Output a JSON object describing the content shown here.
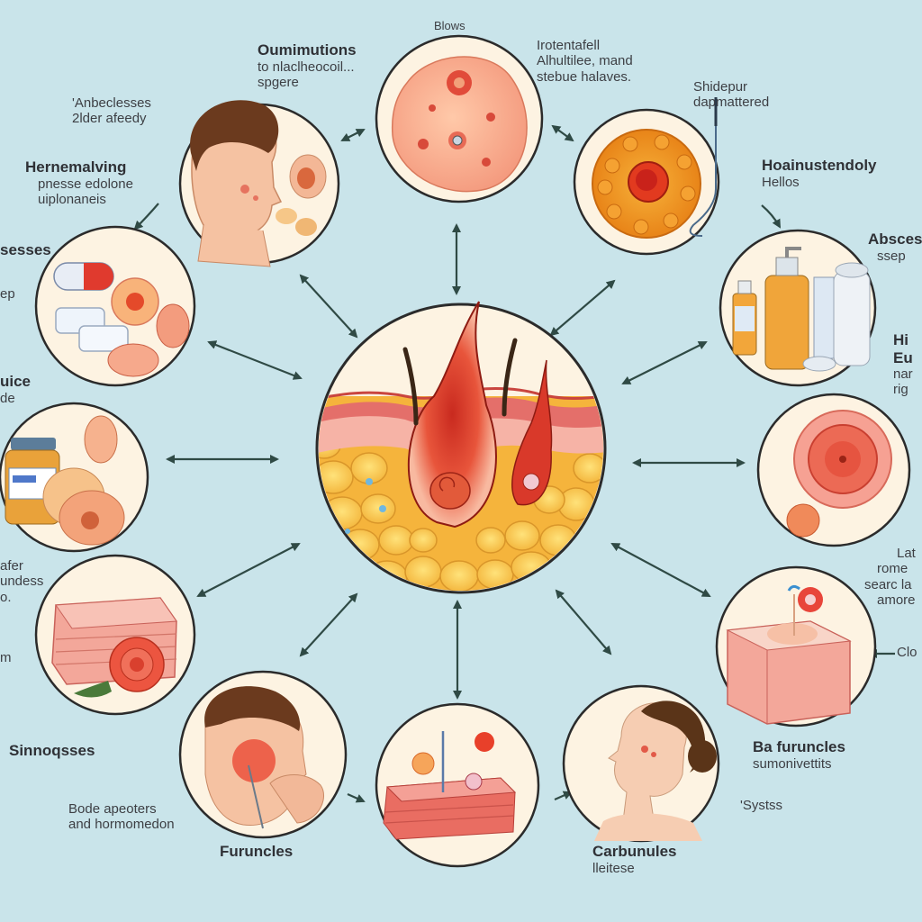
{
  "diagram": {
    "center": {
      "name": "hair-follicle-cross-section"
    },
    "labels": {
      "top_left_upper": {
        "title": "Oumimutions",
        "sub": [
          "to nlaclheocoil...",
          "spgere"
        ]
      },
      "top_center": {
        "title": "",
        "sub": [
          "Blows"
        ]
      },
      "top_right_upper": {
        "title": "",
        "sub": [
          "Irotentafell",
          "Alhultilee, mand",
          "stebue halaves."
        ]
      },
      "top_right_side": {
        "title": "",
        "sub": [
          "Shidepur",
          "dapmattered"
        ]
      },
      "left_a": {
        "title": "",
        "sub": [
          "'Anbeclesses",
          "2lder afeedy"
        ]
      },
      "left_b": {
        "title": "Hernemalving",
        "sub": [
          "pnesse edolone",
          "uiplonaneis"
        ]
      },
      "left_c": {
        "title": "sesses",
        "sub": [
          "ep"
        ]
      },
      "left_d": {
        "title": "uice",
        "sub": [
          "de"
        ]
      },
      "left_e": {
        "title": "",
        "sub": [
          "afer",
          "undess",
          "o."
        ]
      },
      "left_f": {
        "title": "",
        "sub": [
          "m"
        ]
      },
      "right_a": {
        "title": "Hoainustendoly",
        "sub": [
          "Hellos"
        ]
      },
      "right_b": {
        "title": "Absces",
        "sub": [
          "ssep"
        ]
      },
      "right_c": {
        "title": "Hi",
        "sub": [
          "Eu",
          "nar",
          "rig"
        ]
      },
      "right_d": {
        "title": "",
        "sub": [
          "Lat",
          "rome",
          "searc la",
          "amore"
        ]
      },
      "right_e": {
        "title": "",
        "sub": [
          "Clo"
        ]
      },
      "bottom_left_title": {
        "title": "Sinnoqsses",
        "sub": []
      },
      "bottom_left_desc": {
        "title": "",
        "sub": [
          "Bode apeoters",
          "and hormomedon"
        ]
      },
      "bottom_furuncles": {
        "title": "Furuncles",
        "sub": []
      },
      "bottom_carbunules": {
        "title": "Carbunules",
        "sub": [
          "lleitese"
        ]
      },
      "bottom_right": {
        "title": "Ba furuncles",
        "sub": [
          "sumonivettits"
        ]
      },
      "bottom_right_small": {
        "title": "",
        "sub": [
          "'Systss"
        ]
      }
    }
  }
}
